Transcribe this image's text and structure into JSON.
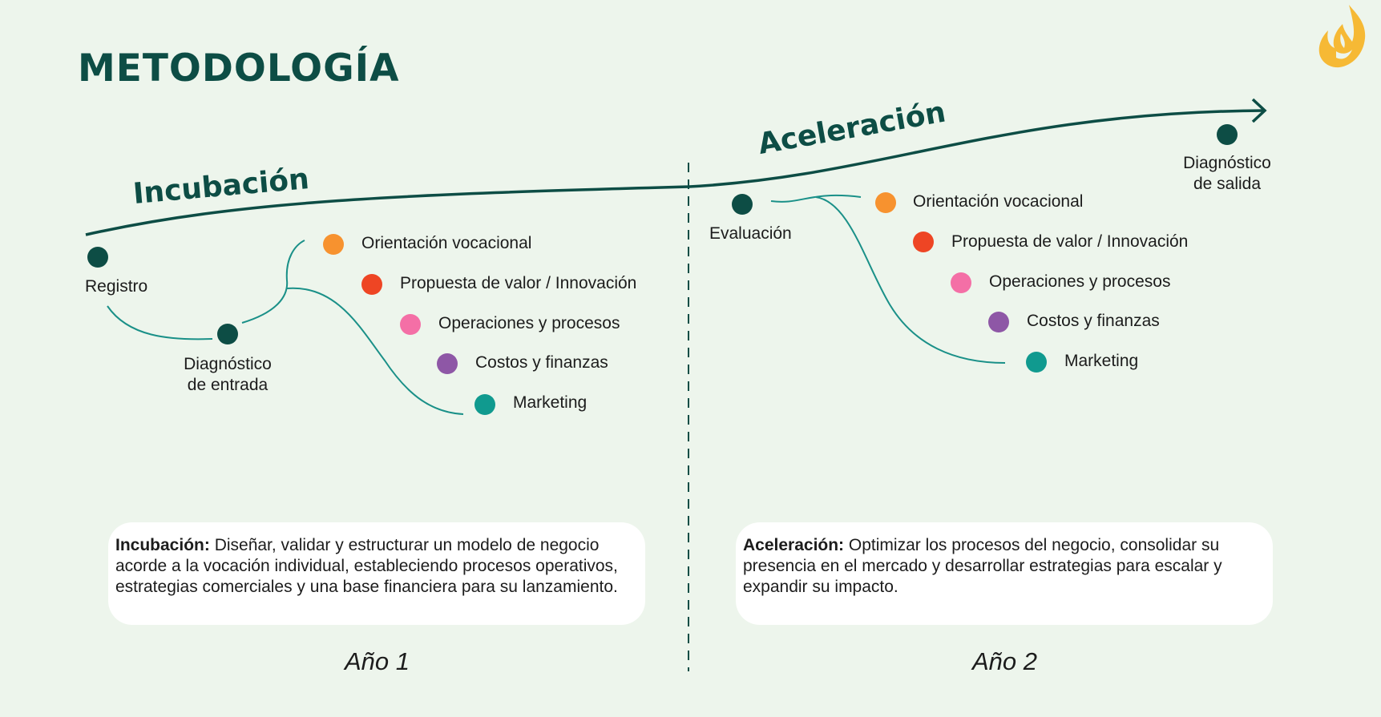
{
  "title": "METODOLOGÍA",
  "phases": {
    "incubacion": "Incubación",
    "aceleracion": "Aceleración"
  },
  "stages": {
    "registro": "Registro",
    "diagnostico_entrada": [
      "Diagnóstico",
      "de entrada"
    ],
    "evaluacion": "Evaluación",
    "diagnostico_salida": [
      "Diagnóstico",
      "de salida"
    ]
  },
  "modules_year1": [
    {
      "label": "Orientación vocacional",
      "color": "#f7922f"
    },
    {
      "label": "Propuesta de valor / Innovación",
      "color": "#ee4524"
    },
    {
      "label": "Operaciones y procesos",
      "color": "#f46fa6"
    },
    {
      "label": "Costos y finanzas",
      "color": "#8e57a6"
    },
    {
      "label": "Marketing",
      "color": "#109a8f"
    }
  ],
  "modules_year2": [
    {
      "label": "Orientación vocacional",
      "color": "#f7922f"
    },
    {
      "label": "Propuesta de valor / Innovación",
      "color": "#ee4524"
    },
    {
      "label": "Operaciones y procesos",
      "color": "#f46fa6"
    },
    {
      "label": "Costos y finanzas",
      "color": "#8e57a6"
    },
    {
      "label": "Marketing",
      "color": "#109a8f"
    }
  ],
  "descriptions": {
    "incubacion": {
      "term": "Incubación:",
      "text": "Diseñar, validar y estructurar un modelo de negocio acorde a la vocación individual, estableciendo procesos operativos, estrategias comerciales y una base financiera para su lanzamiento."
    },
    "aceleracion": {
      "term": "Aceleración:",
      "text": "Optimizar los procesos del negocio, consolidar su presencia en el mercado y desarrollar estrategias para escalar y expandir su impacto."
    }
  },
  "years": [
    "Año 1",
    "Año 2"
  ],
  "colors": {
    "primary": "#0d4d45",
    "branch": "#1a9088",
    "background": "#edf5ec",
    "logo": "#f6b935"
  },
  "icons": {
    "logo": "flame-hands-logo"
  }
}
